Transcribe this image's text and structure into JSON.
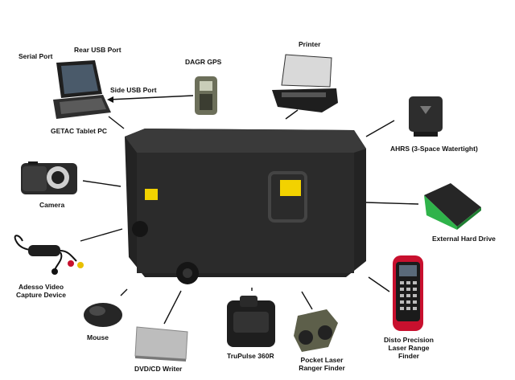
{
  "labels": {
    "serial_port": "Serial Port",
    "rear_usb_port": "Rear USB Port",
    "dagr_gps": "DAGR GPS",
    "printer": "Printer",
    "side_usb_port": "Side USB Port",
    "getac_tablet": "GETAC Tablet PC",
    "ahrs": "AHRS (3-Space Watertight)",
    "camera": "Camera",
    "external_hard_drive": "External Hard Drive",
    "adesso_line1": "Adesso Video",
    "adesso_line2": "Capture Device",
    "mouse": "Mouse",
    "dvd_writer": "DVD/CD Writer",
    "trupulse": "TruPulse 360R",
    "pocket_laser_line1": "Pocket Laser",
    "pocket_laser_line2": "Ranger Finder",
    "disto_line1": "Disto Precision",
    "disto_line2": "Laser Range",
    "disto_line3": "Finder"
  },
  "colors": {
    "case": "#2b2b2b",
    "latch_yellow": "#f2d200",
    "drive_green": "#2fb34a",
    "disto_red": "#c8102e"
  },
  "icons": [
    "laptop-icon",
    "gps-icon",
    "printer-icon",
    "ahrs-sensor-icon",
    "camera-icon",
    "hard-drive-icon",
    "video-capture-icon",
    "mouse-icon",
    "dvd-writer-icon",
    "rangefinder-icon",
    "pocket-laser-icon",
    "disto-icon",
    "rugged-case-icon"
  ]
}
